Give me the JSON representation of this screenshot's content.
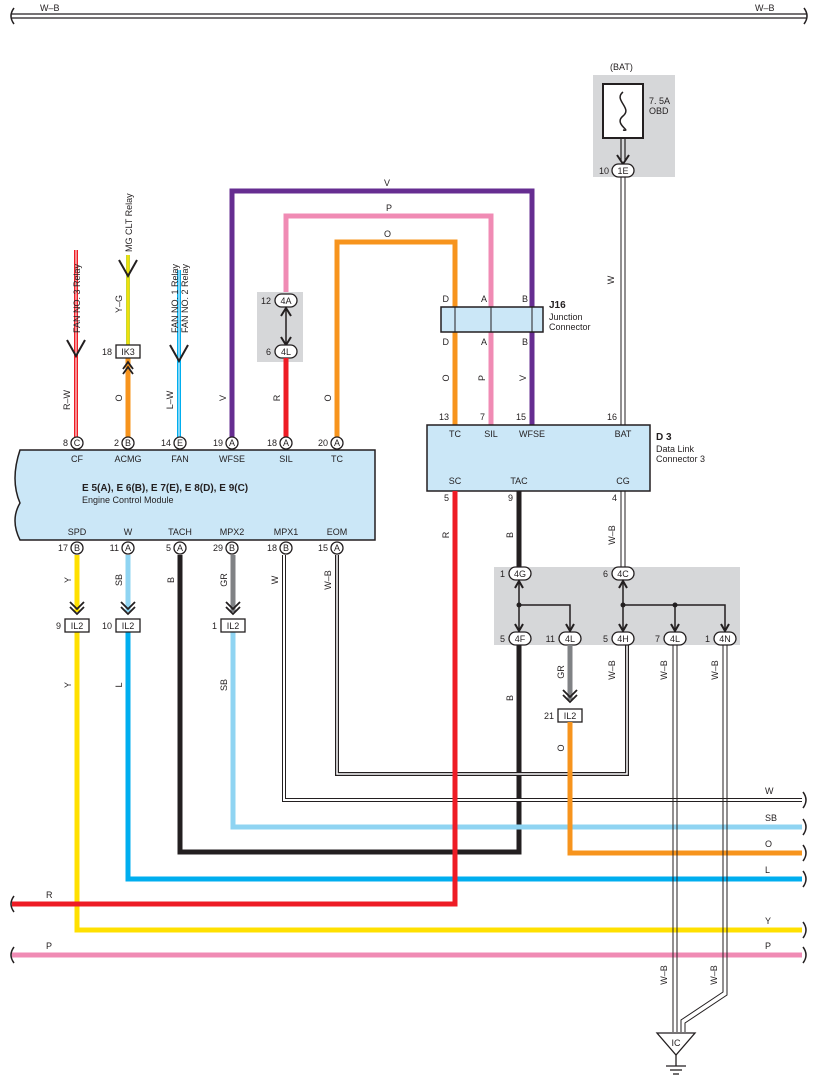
{
  "bus": {
    "top": "W–B"
  },
  "battery": {
    "source": "(BAT)",
    "fuse_rating": "7. 5A",
    "fuse_name": "OBD",
    "pin": "10",
    "conn": "1E",
    "wire_color": "W"
  },
  "ecm": {
    "title": "E 5(A), E 6(B), E 7(E), E 8(D), E 9(C)",
    "subtitle": "Engine Control Module",
    "top_pins": [
      {
        "name": "CF",
        "pin": "8",
        "conn": "C"
      },
      {
        "name": "ACMG",
        "pin": "2",
        "conn": "B"
      },
      {
        "name": "FAN",
        "pin": "14",
        "conn": "E"
      },
      {
        "name": "WFSE",
        "pin": "19",
        "conn": "A"
      },
      {
        "name": "SIL",
        "pin": "18",
        "conn": "A"
      },
      {
        "name": "TC",
        "pin": "20",
        "conn": "A"
      }
    ],
    "bottom_pins": [
      {
        "name": "SPD",
        "pin": "17",
        "conn": "B"
      },
      {
        "name": "W",
        "pin": "11",
        "conn": "A"
      },
      {
        "name": "TACH",
        "pin": "5",
        "conn": "A"
      },
      {
        "name": "MPX2",
        "pin": "29",
        "conn": "B"
      },
      {
        "name": "MPX1",
        "pin": "18",
        "conn": "B"
      },
      {
        "name": "EOM",
        "pin": "15",
        "conn": "A"
      }
    ]
  },
  "dlc": {
    "id": "D 3",
    "name1": "Data Link",
    "name2": "Connector 3",
    "top_pins": [
      {
        "name": "TC",
        "pin": "13"
      },
      {
        "name": "SIL",
        "pin": "7"
      },
      {
        "name": "WFSE",
        "pin": "15"
      },
      {
        "name": "BAT",
        "pin": "16"
      }
    ],
    "bottom_pins": [
      {
        "name": "SC",
        "pin": "5"
      },
      {
        "name": "TAC",
        "pin": "9"
      },
      {
        "name": "CG",
        "pin": "4"
      }
    ]
  },
  "junction": {
    "id": "J16",
    "name1": "Junction",
    "name2": "Connector",
    "pins_top": [
      "D",
      "A",
      "B"
    ],
    "pins_bottom": [
      "D",
      "A",
      "B"
    ]
  },
  "relays": {
    "fan3": "FAN NO. 3 Relay",
    "mgclt": "MG CLT Relay",
    "fan1": "FAN NO. 1 Relay",
    "fan2": "FAN NO. 2 Relay"
  },
  "connectors": {
    "ik3": {
      "pin": "18",
      "name": "IK3"
    },
    "c4a": {
      "pin": "12",
      "name": "4A"
    },
    "c4l_top": {
      "pin": "6",
      "name": "4L"
    },
    "il2_spd": {
      "pin": "9",
      "name": "IL2"
    },
    "il2_w": {
      "pin": "10",
      "name": "IL2"
    },
    "il2_mpx2": {
      "pin": "1",
      "name": "IL2"
    },
    "il2_o": {
      "pin": "21",
      "name": "IL2"
    },
    "c4g": {
      "pin": "1",
      "name": "4G"
    },
    "c4c": {
      "pin": "6",
      "name": "4C"
    },
    "c4f": {
      "pin": "5",
      "name": "4F"
    },
    "c4l_mid": {
      "pin": "11",
      "name": "4L"
    },
    "c4h": {
      "pin": "5",
      "name": "4H"
    },
    "c4l_right": {
      "pin": "7",
      "name": "4L"
    },
    "c4n": {
      "pin": "1",
      "name": "4N"
    }
  },
  "wire_labels": {
    "v_top": "V",
    "p_top": "P",
    "o_top": "O",
    "rw": "R–W",
    "yg": "Y–G",
    "o_acmg": "O",
    "lw": "L–W",
    "v_wfse": "V",
    "r_sil": "R",
    "o_tc": "O",
    "o_dlc": "O",
    "p_dlc": "P",
    "v_dlc": "V",
    "w_bat": "W",
    "r_sc": "R",
    "b_tac": "B",
    "wb_cg": "W–B",
    "y_spd": "Y",
    "sb_w": "SB",
    "b_tach": "B",
    "gr_mpx2": "GR",
    "w_mpx1": "W",
    "wb_eom": "W–B",
    "y_lower": "Y",
    "l_lower": "L",
    "sb_lower": "SB",
    "b_4f": "B",
    "gr_4l": "GR",
    "wb_4h": "W–B",
    "wb_4l": "W–B",
    "wb_4n": "W–B",
    "o_il2": "O",
    "wb_gnd1": "W–B",
    "wb_gnd2": "W–B"
  },
  "right_bus": [
    {
      "label": "W",
      "color": "#ffffff"
    },
    {
      "label": "SB",
      "color": "#8fd4f2"
    },
    {
      "label": "O",
      "color": "#f7941d"
    },
    {
      "label": "L",
      "color": "#00aeef"
    },
    {
      "label": "Y",
      "color": "#ffe000"
    },
    {
      "label": "P",
      "color": "#f08bb4"
    }
  ],
  "left_bus": [
    {
      "label": "R",
      "color": "#ee1c25"
    },
    {
      "label": "P",
      "color": "#f08bb4"
    }
  ],
  "ground": {
    "name": "IC"
  },
  "colors": {
    "red": "#ee1c25",
    "yellow": "#ffe000",
    "orange": "#f7941d",
    "pink": "#f08bb4",
    "violet": "#662d91",
    "sky": "#8fd4f2",
    "blue": "#00aeef",
    "black": "#231f20",
    "gray": "#808285",
    "green": "#c6d92f",
    "ecm_fill": "#cbe7f7",
    "shade": "#d6d7d9"
  },
  "icons": {
    "connector": "pill-connector-icon",
    "arrow": "relay-arrow-icon",
    "fuse": "fuse-icon",
    "ground": "ground-icon",
    "break": "wire-break-icon"
  }
}
